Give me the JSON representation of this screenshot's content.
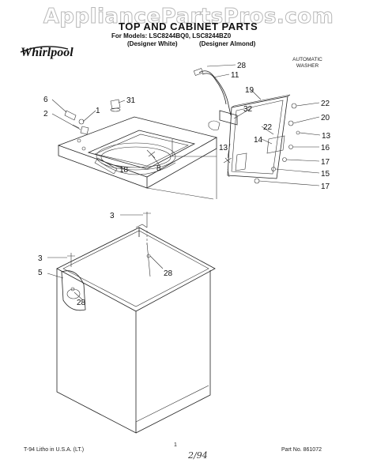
{
  "watermark": "AppliancePartsPros.com",
  "header": {
    "title": "TOP AND CABINET PARTS",
    "models": "For Models: LSC8244BQ0,  LSC8244BZ0",
    "variants": [
      "(Designer White)",
      "(Designer Almond)"
    ],
    "brand": "Whirlpool",
    "product": [
      "AUTOMATIC",
      "WASHER"
    ]
  },
  "part_labels": {
    "p28a": "28",
    "p11": "11",
    "p19": "19",
    "p22a": "22",
    "p20": "20",
    "p32": "32",
    "p22b": "22",
    "p13a": "13",
    "p14": "14",
    "p13b": "13",
    "p16": "16",
    "p17a": "17",
    "p15": "15",
    "p17b": "17",
    "p6": "6",
    "p1": "1",
    "p31": "31",
    "p2": "2",
    "p18": "18",
    "p8": "8",
    "p3a": "3",
    "p28b": "28",
    "p3b": "3",
    "p5": "5",
    "p28c": "28"
  },
  "footer": {
    "left": "T-94 Litho in U.S.A. (LT.)",
    "page": "1",
    "part_no": "Part No. 861072",
    "handwritten": "2/94"
  }
}
